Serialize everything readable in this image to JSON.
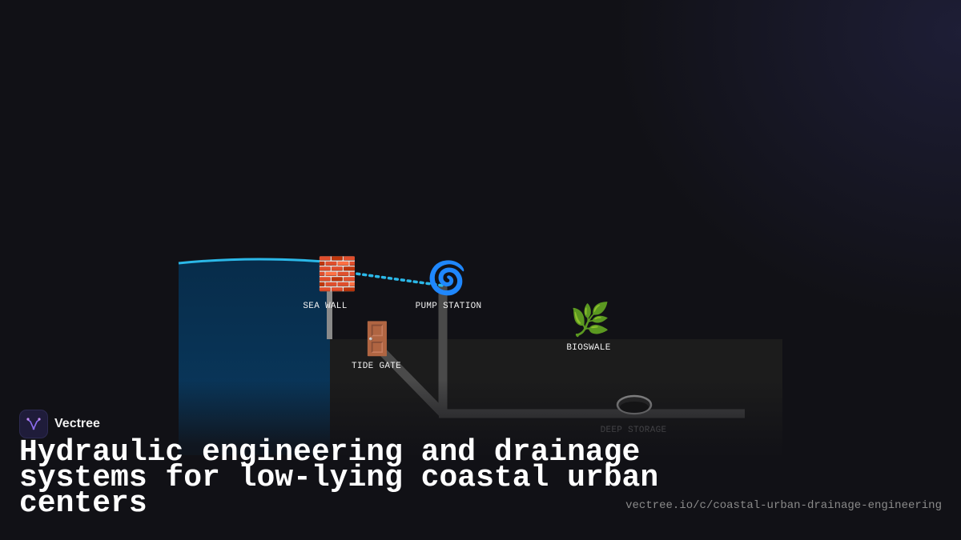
{
  "brand": {
    "name": "Vectree"
  },
  "title": "Hydraulic engineering and drainage systems for low-lying coastal urban centers",
  "url": "vectree.io/c/coastal-urban-drainage-engineering",
  "diagram": {
    "nodes": {
      "sea_wall": {
        "label": "SEA WALL",
        "icon": "brick-wall-icon"
      },
      "pump_station": {
        "label": "PUMP STATION",
        "icon": "cyclone-icon"
      },
      "tide_gate": {
        "label": "TIDE GATE",
        "icon": "door-icon"
      },
      "bioswale": {
        "label": "BIOSWALE",
        "icon": "herb-icon"
      },
      "deep_storage": {
        "label": "DEEP STORAGE",
        "icon": "manhole-icon"
      }
    },
    "colors": {
      "water": "#0a3a5e",
      "water_surface": "#2bb8e8",
      "ground": "#1c1c1c",
      "pipe": "#4a4a4a",
      "pump_flow": "#2bb8e8",
      "accent": "#7b5cd6"
    }
  }
}
